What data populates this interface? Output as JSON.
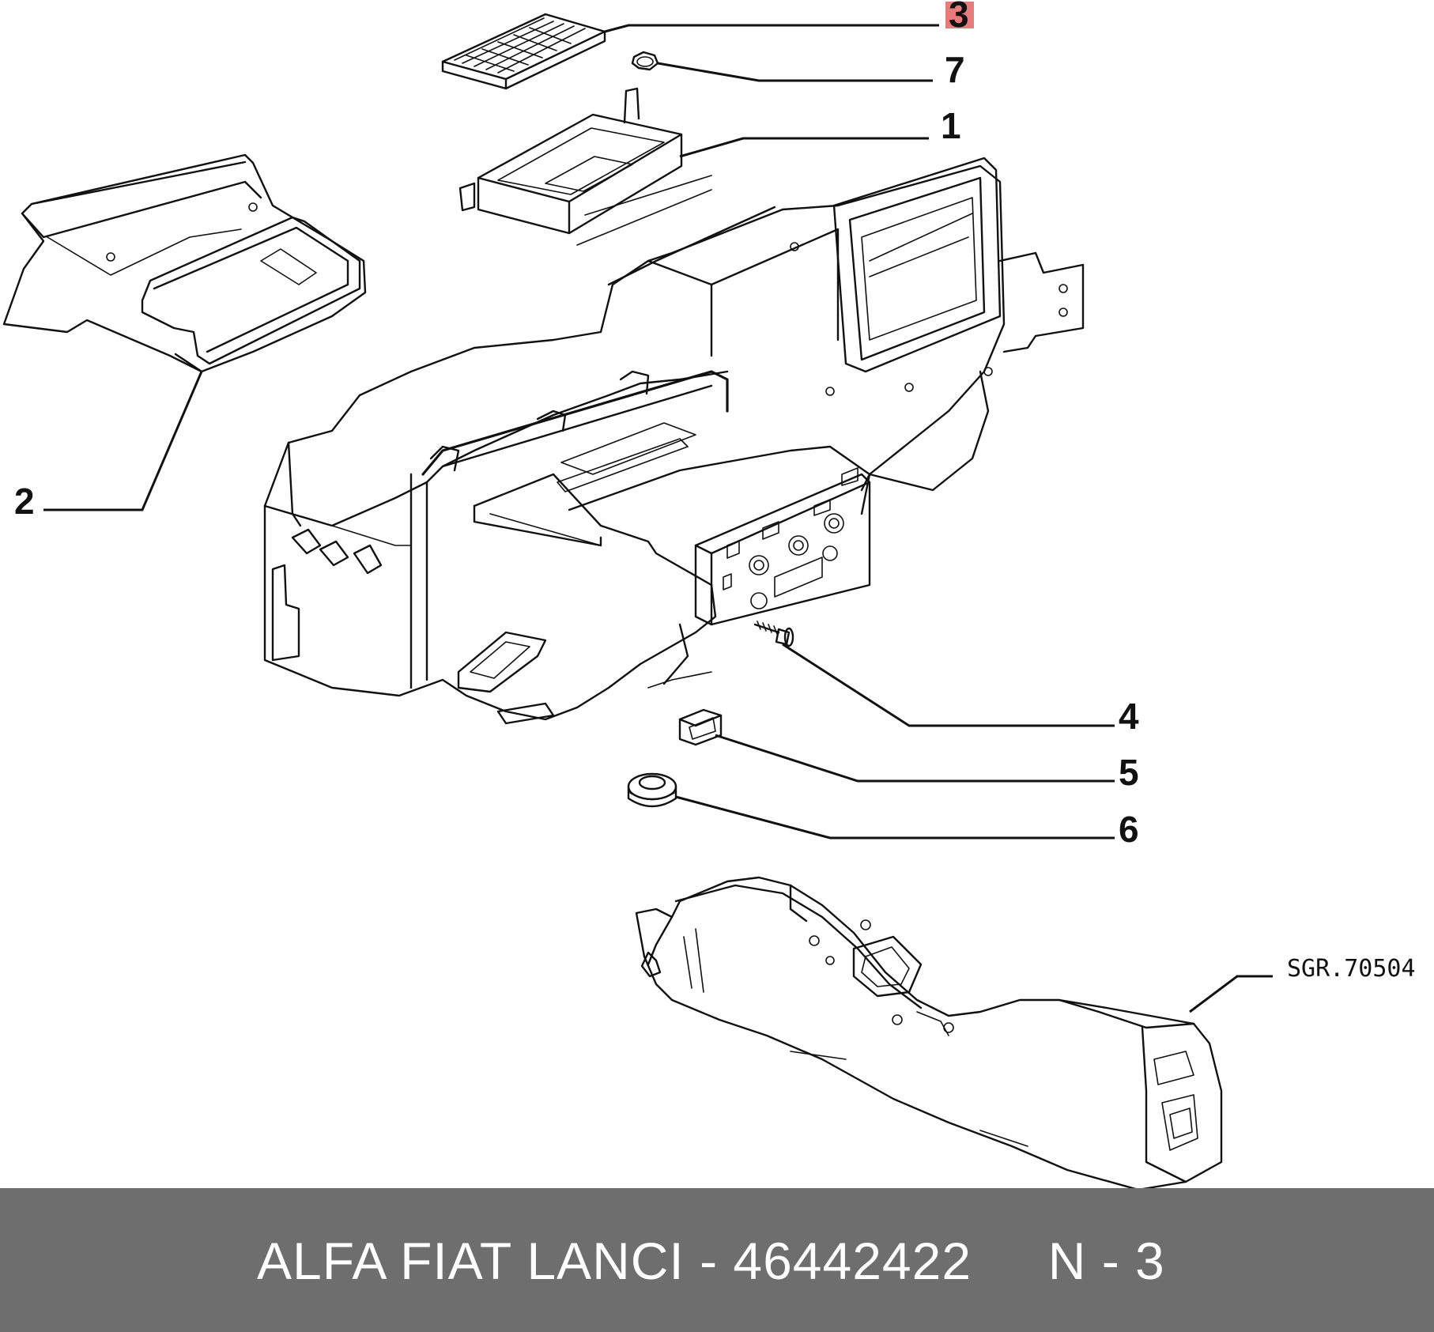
{
  "callouts": {
    "c1": "1",
    "c2": "2",
    "c3": "3",
    "c4": "4",
    "c5": "5",
    "c6": "6",
    "c7": "7"
  },
  "reference_code": "SGR.70504",
  "footer": {
    "text": "ALFA FIAT LANCI - 46442422     N - 3"
  },
  "colors": {
    "highlight": "#e87c7c",
    "footer_bg": "#6e6e6e",
    "line": "#111111"
  }
}
